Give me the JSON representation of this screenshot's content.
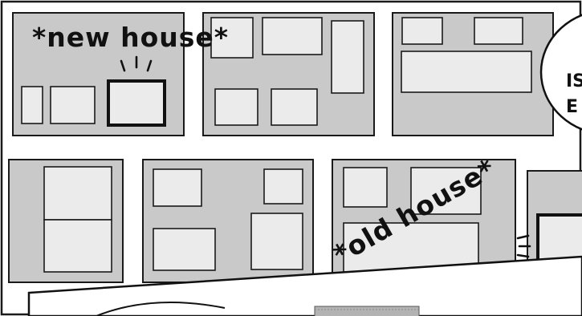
{
  "labels": {
    "new_house": "*new house*",
    "old_house": "*old house*",
    "bubble_partial_line1": "IS",
    "bubble_partial_line2": "E"
  }
}
